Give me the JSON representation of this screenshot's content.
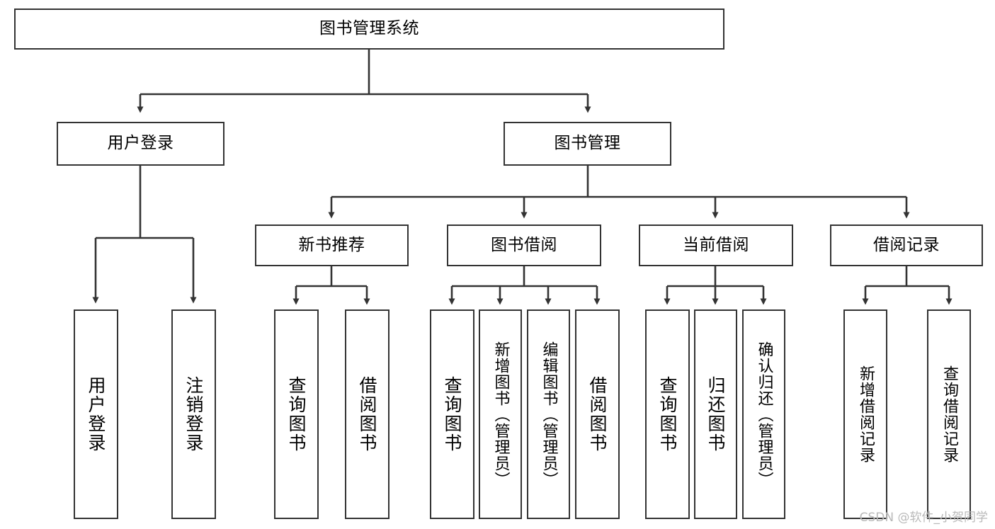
{
  "diagram": {
    "title": "图书管理系统",
    "type": "hierarchy-tree",
    "watermark": "CSDN @软件_小贺同学",
    "colors": {
      "box_border": "#333333",
      "box_fill": "#ffffff",
      "edge": "#333333",
      "text": "#000000",
      "watermark": "#b9b9b9"
    },
    "nodes": {
      "root": {
        "label": "图书管理系统"
      },
      "level2": [
        {
          "id": "user-login",
          "label": "用户登录"
        },
        {
          "id": "book-manage",
          "label": "图书管理"
        }
      ],
      "level3": [
        {
          "id": "new-book-recommend",
          "label": "新书推荐"
        },
        {
          "id": "book-borrow",
          "label": "图书借阅"
        },
        {
          "id": "current-borrow",
          "label": "当前借阅"
        },
        {
          "id": "borrow-record",
          "label": "借阅记录"
        }
      ],
      "leaves": {
        "user_login": [
          {
            "id": "leaf-user-login",
            "label": "用户登录"
          },
          {
            "id": "leaf-logout-login",
            "label": "注销登录"
          }
        ],
        "new_book_recommend": [
          {
            "id": "leaf-query-book-1",
            "label": "查询图书"
          },
          {
            "id": "leaf-borrow-book-1",
            "label": "借阅图书"
          }
        ],
        "book_borrow": [
          {
            "id": "leaf-query-book-2",
            "label": "查询图书"
          },
          {
            "id": "leaf-add-book-admin",
            "label": "新增图书（管理员）"
          },
          {
            "id": "leaf-edit-book-admin",
            "label": "编辑图书（管理员）"
          },
          {
            "id": "leaf-borrow-book-2",
            "label": "借阅图书"
          }
        ],
        "current_borrow": [
          {
            "id": "leaf-query-book-3",
            "label": "查询图书"
          },
          {
            "id": "leaf-return-book",
            "label": "归还图书"
          },
          {
            "id": "leaf-confirm-return-admin",
            "label": "确认归还（管理员）"
          }
        ],
        "borrow_record": [
          {
            "id": "leaf-add-borrow-record",
            "label": "新增借阅记录"
          },
          {
            "id": "leaf-query-borrow-record",
            "label": "查询借阅记录"
          }
        ]
      }
    }
  }
}
